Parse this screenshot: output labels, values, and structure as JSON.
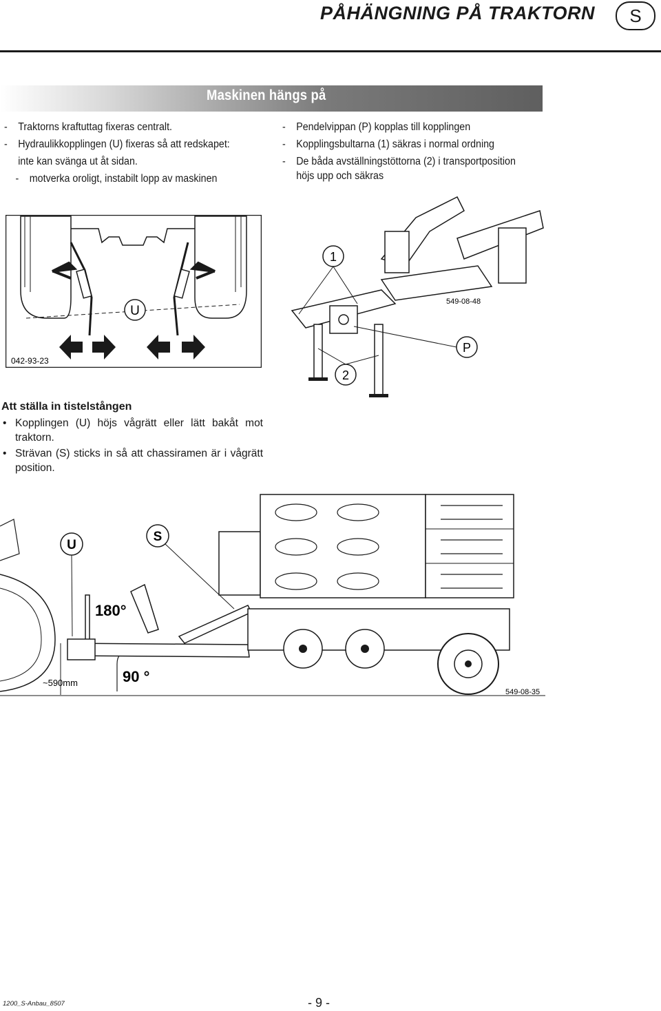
{
  "header": {
    "title": "PÅHÄNGNING PÅ TRAKTORN",
    "lang_badge": "S"
  },
  "section": {
    "title": "Maskinen hängs på",
    "left_items": [
      "Traktorns kraftuttag fixeras centralt.",
      "Hydraulikkopplingen (U) fixeras så att redskapet:",
      "inte kan svänga ut åt sidan.",
      "motverka oroligt, instabilt lopp av maskinen"
    ],
    "right_items": [
      "Pendelvippan (P) kopplas till kopplingen",
      "Kopplingsbultarna (1) säkras i normal ordning",
      "De båda avställningstöttorna (2) i transportposition",
      "höjs upp och säkras"
    ]
  },
  "figure_tractor": {
    "label_u": "U",
    "code": "042-93-23"
  },
  "figure_hitch": {
    "label_1": "1",
    "label_2": "2",
    "label_p": "P",
    "code": "549-08-48"
  },
  "section2": {
    "heading": "Att ställa in tistelstången",
    "bullets": [
      "Kopplingen (U) höjs vågrätt eller lätt bakåt mot traktorn.",
      "Strävan (S) sticks in så att chassiramen är i vågrätt position."
    ]
  },
  "figure_side": {
    "label_u": "U",
    "label_s": "S",
    "angle_180": "180°",
    "angle_90": "90 °",
    "height": "~590mm",
    "code": "549-08-35"
  },
  "footer": {
    "doc_id": "1200_S-Anbau_8507",
    "page": "- 9 -"
  }
}
